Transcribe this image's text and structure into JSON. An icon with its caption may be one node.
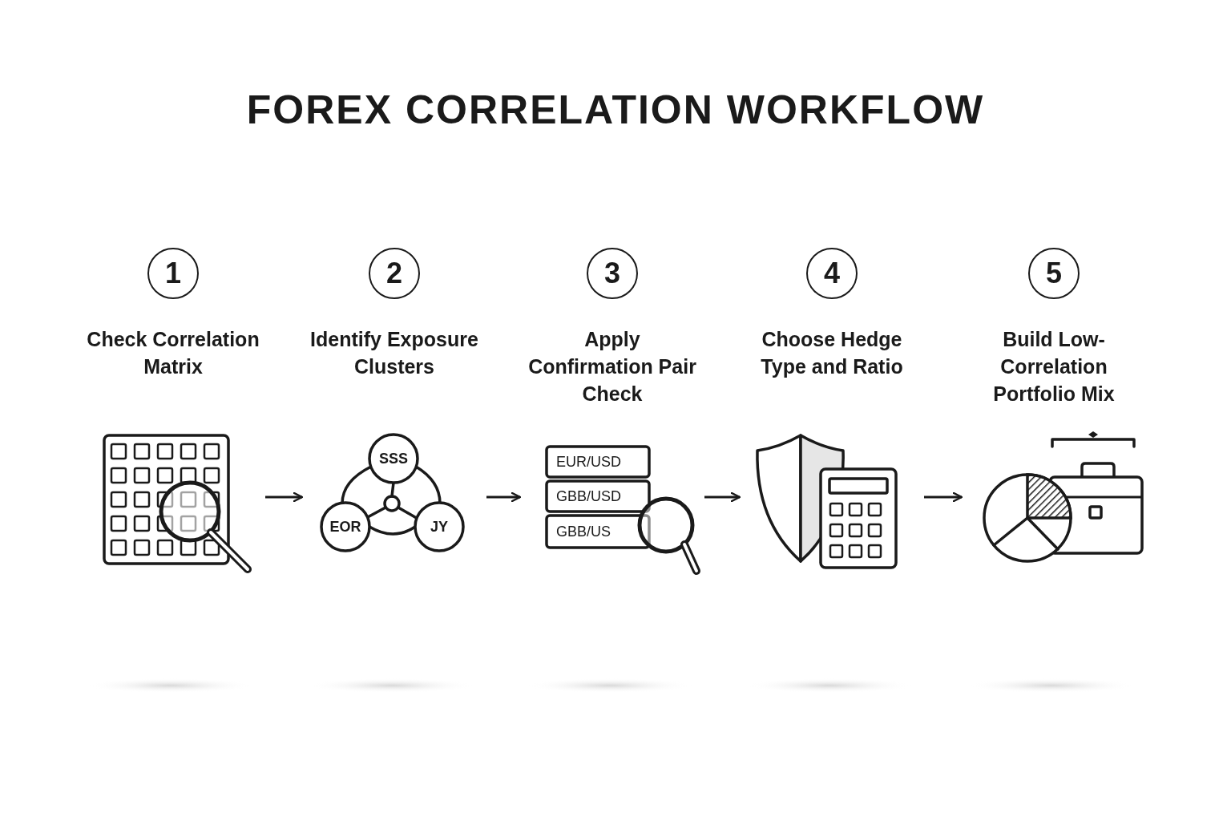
{
  "diagram": {
    "title": "FOREX CORRELATION WORKFLOW",
    "nodes": [
      {
        "text": [
          "1",
          "Check Correlation Matrix"
        ]
      },
      {
        "text": [
          "2",
          "Identify Exposure Clusters"
        ]
      },
      {
        "text": [
          "3",
          "Apply Confirmation Pair Check"
        ]
      },
      {
        "text": [
          "4",
          "Choose Hedge Type and Ratio"
        ]
      },
      {
        "text": [
          "5",
          "Build Low-Correlation Portfolio Mix"
        ]
      }
    ],
    "edges": [
      {
        "from": 0,
        "to": 1,
        "arrow": "to"
      },
      {
        "from": 1,
        "to": 2,
        "arrow": "to"
      },
      {
        "from": 2,
        "to": 3,
        "arrow": "to"
      },
      {
        "from": 3,
        "to": 4,
        "arrow": "to"
      }
    ],
    "labels": [
      "SSS",
      "EOR",
      "JY",
      "EUR/USD",
      "GBB/USD",
      "GBB/US"
    ]
  }
}
